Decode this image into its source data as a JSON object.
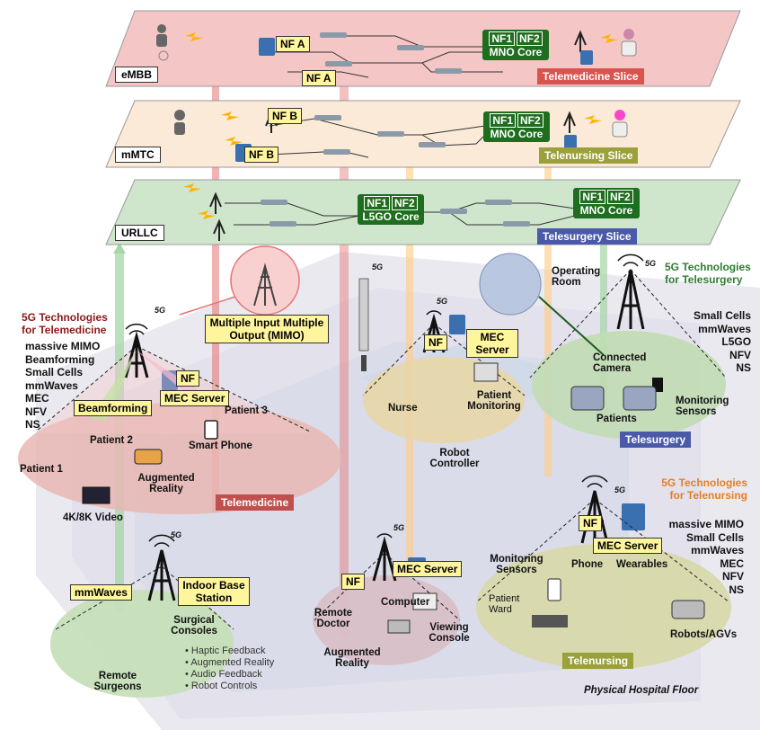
{
  "slices": {
    "embb": {
      "label": "eMBB",
      "nf_a_1": "NF A",
      "nf_a_2": "NF A",
      "core_nf1": "NF1",
      "core_nf2": "NF2",
      "core": "MNO Core",
      "slice_name": "Telemedicine Slice",
      "slice_color": "#d9534f"
    },
    "mmtc": {
      "label": "mMTC",
      "nf_b_1": "NF B",
      "nf_b_2": "NF B",
      "core_nf1": "NF1",
      "core_nf2": "NF2",
      "core": "MNO Core",
      "slice_name": "Telenursing Slice",
      "slice_color": "#9aa03a"
    },
    "urllc": {
      "label": "URLLC",
      "core1_nf1": "NF1",
      "core1_nf2": "NF2",
      "core1": "L5GO Core",
      "core2_nf1": "NF1",
      "core2_nf2": "NF2",
      "core2": "MNO Core",
      "slice_name": "Telesurgery Slice",
      "slice_color": "#4a5aa8"
    }
  },
  "fiveg": "5G",
  "mimo": {
    "label": "Multiple Input Multiple Output (MIMO)"
  },
  "telemedicine": {
    "title": "5G Technologies for Telemedicine",
    "techs": [
      "massive MIMO",
      "Beamforming",
      "Small Cells",
      "mmWaves",
      "MEC",
      "NFV",
      "NS"
    ],
    "nf": "NF",
    "mec": "MEC Server",
    "beamforming": "Beamforming",
    "patient1": "Patient 1",
    "patient2": "Patient 2",
    "patient3": "Patient 3",
    "smart_phone": "Smart Phone",
    "ar": "Augmented Reality",
    "video": "4K/8K Video",
    "area": "Telemedicine",
    "area_color": "#c0504d"
  },
  "nursing_center": {
    "nf": "NF",
    "mec": "MEC Server",
    "nurse": "Nurse",
    "patient_monitoring": "Patient Monitoring",
    "robot_controller": "Robot Controller"
  },
  "telesurgery": {
    "title": "5G Technologies for Telesurgery",
    "techs": [
      "Small Cells",
      "mmWaves",
      "L5GO",
      "NFV",
      "NS"
    ],
    "operating_room": "Operating Room",
    "connected_camera": "Connected Camera",
    "patients": "Patients",
    "monitoring_sensors": "Monitoring Sensors",
    "area": "Telesurgery",
    "area_color": "#4a5aa8"
  },
  "telenursing": {
    "title": "5G Technologies for Telenursing",
    "techs": [
      "massive MIMO",
      "Small Cells",
      "mmWaves",
      "MEC",
      "NFV",
      "NS"
    ],
    "nf": "NF",
    "mec": "MEC Server",
    "monitoring_sensors": "Monitoring Sensors",
    "phone": "Phone",
    "wearables": "Wearables",
    "patient_ward": "Patient Ward",
    "robots": "Robots/AGVs",
    "area": "Telenursing",
    "area_color": "#9aa03a"
  },
  "surgical": {
    "mmwaves": "mmWaves",
    "indoor_bs": "Indoor Base Station",
    "consoles": "Surgical Consoles",
    "remote_surgeons": "Remote Surgeons",
    "features": [
      "Haptic Feedback",
      "Augmented Reality",
      "Audio Feedback",
      "Robot Controls"
    ]
  },
  "remote_doctor": {
    "nf": "NF",
    "mec": "MEC Server",
    "doctor": "Remote Doctor",
    "computer": "Computer",
    "viewing_console": "Viewing Console",
    "ar": "Augmented Reality"
  },
  "floor": {
    "label": "Physical Hospital Floor"
  }
}
